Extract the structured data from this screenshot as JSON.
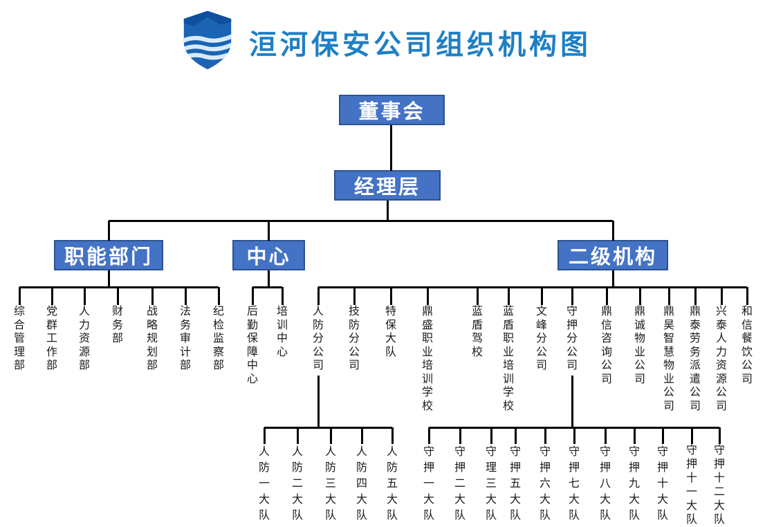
{
  "title": "洹河保安公司组织机构图",
  "logo": {
    "icon": "shield-waves",
    "shield_color": "#1b64b4",
    "peak_color": "#0f4f9e",
    "wave_color": "#d9eaf8"
  },
  "colors": {
    "title": "#1e80c4",
    "node_fill": "#4472c4",
    "node_border": "#2b5291",
    "node_text": "#ffffff",
    "connector": "#000000",
    "leaf_text": "#1a1a1a"
  },
  "chart_data": {
    "type": "org-chart",
    "root": "董事会",
    "executive": "经理层",
    "branches": [
      {
        "label": "职能部门",
        "children": [
          "综合管理部",
          "党群工作部",
          "人力资源部",
          "财务部",
          "战略规划部",
          "法务审计部",
          "纪检监察部"
        ]
      },
      {
        "label": "中心",
        "children": [
          "后勤保障中心",
          "培训中心"
        ]
      },
      {
        "label": "二级机构",
        "children": [
          "人防分公司",
          "技防分公司",
          "特保大队",
          "鼎盛职业培训学校",
          "蓝盾驾校",
          "蓝盾职业培训学校",
          "文峰分公司",
          "守押分公司",
          "鼎信咨询公司",
          "鼎诚物业公司",
          "鼎昊智慧物业公司",
          "鼎泰劳务派遣公司",
          "兴泰人力资源公司",
          "和信餐饮公司"
        ]
      }
    ],
    "sub_branches": [
      {
        "parent": "人防分公司",
        "children": [
          "人防一大队",
          "人防二大队",
          "人防三大队",
          "人防四大队",
          "人防五大队"
        ]
      },
      {
        "parent": "守押分公司",
        "children": [
          "守押一大队",
          "守押二大队",
          "守理三大队",
          "守押五大队",
          "守押六大队",
          "守押七大队",
          "守押八大队",
          "守押九大队",
          "守押十大队",
          "守押十一大队",
          "守押十二大队"
        ]
      }
    ]
  }
}
